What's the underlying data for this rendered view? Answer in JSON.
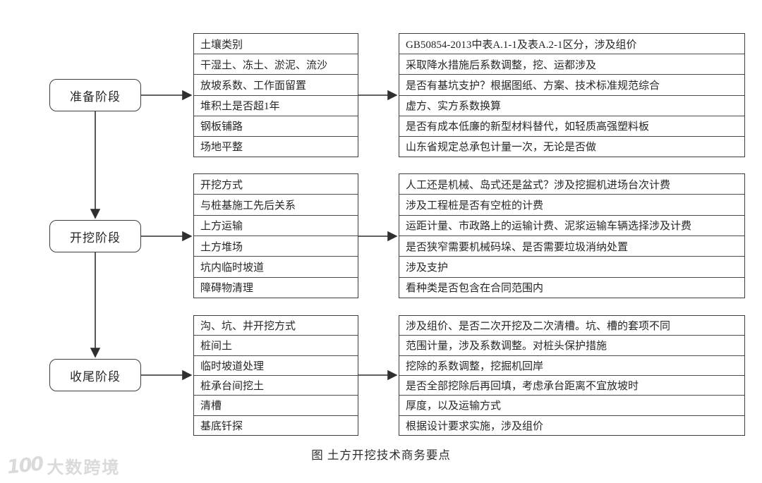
{
  "caption": "图 土方开挖技术商务要点",
  "watermark": {
    "logo": "100",
    "text": "大数跨境"
  },
  "sections": [
    {
      "stage": "准备阶段",
      "items": [
        "土壤类别",
        "干湿土、冻土、淤泥、流沙",
        "放坡系数、工作面留置",
        "堆积土是否超1年",
        "钢板铺路",
        "场地平整"
      ],
      "notes": [
        "GB50854-2013中表A.1-1及表A.2-1区分，涉及组价",
        "采取降水措施后系数调整，挖、运都涉及",
        "是否有基坑支护？根据图纸、方案、技术标准规范综合",
        "虚方、实方系数换算",
        "是否有成本低廉的新型材料替代，如轻质高强塑料板",
        "山东省规定总承包计量一次，无论是否做"
      ]
    },
    {
      "stage": "开挖阶段",
      "items": [
        "开挖方式",
        "与桩基施工先后关系",
        "上方运输",
        "土方堆场",
        "坑内临时坡道",
        "障碍物清理"
      ],
      "notes": [
        "人工还是机械、岛式还是盆式？涉及挖掘机进场台次计费",
        "涉及工程桩是否有空桩的计费",
        "运距计量、市政路上的运输计费、泥浆运输车辆选择涉及计费",
        "是否狭窄需要机械码垛、是否需要垃圾消纳处置",
        "涉及支护",
        "看种类是否包含在合同范围内"
      ]
    },
    {
      "stage": "收尾阶段",
      "items": [
        "沟、坑、井开挖方式",
        "桩间土",
        "临时坡道处理",
        "桩承台间挖土",
        "清槽",
        "基底钎探"
      ],
      "notes": [
        "涉及组价、是否二次开挖及二次清槽。坑、槽的套项不同",
        "范围计量，涉及系数调整。对桩头保护措施",
        "挖除的系数调整，挖掘机回岸",
        "是否全部挖除后再回填，考虑承台距离不宜放坡时",
        "厚度，以及运输方式",
        "根据设计要求实施，涉及组价"
      ]
    }
  ]
}
